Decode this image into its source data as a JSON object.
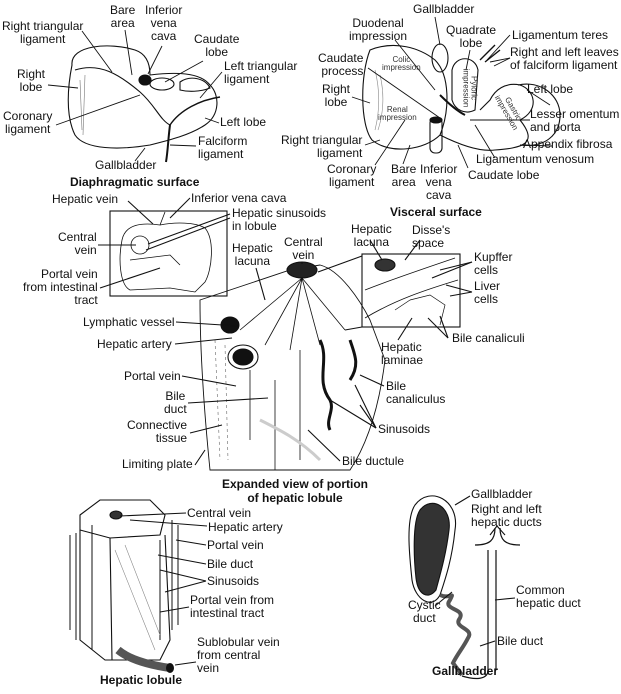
{
  "diaphragmatic": {
    "caption": "Diaphragmatic surface",
    "labels": {
      "right_triangular_ligament": "Right triangular\nligament",
      "bare_area": "Bare\narea",
      "inferior_vena_cava": "Inferior\nvena\ncava",
      "caudate_lobe": "Caudate\nlobe",
      "right_lobe": "Right\nlobe",
      "left_triangular_ligament": "Left triangular\nligament",
      "coronary_ligament": "Coronary\nligament",
      "left_lobe": "Left lobe",
      "falciform_ligament": "Falciform\nligament",
      "gallbladder": "Gallbladder"
    }
  },
  "visceral": {
    "caption": "Visceral surface",
    "labels": {
      "gallbladder": "Gallbladder",
      "duodenal_impression": "Duodenal\nimpression",
      "quadrate_lobe": "Quadrate\nlobe",
      "ligamentum_teres": "Ligamentum teres",
      "falciform_leaves": "Right and left leaves\nof falciform ligament",
      "caudate_process": "Caudate\nprocess",
      "right_lobe": "Right\nlobe",
      "left_lobe": "Left lobe",
      "lesser_omentum": "Lesser omentum\nand porta",
      "right_triangular_ligament": "Right  triangular\nligament",
      "appendix_fibrosa": "Appendix fibrosa",
      "ligamentum_venosum": "Ligamentum venosum",
      "coronary_ligament": "Coronary\nligament",
      "bare_area": "Bare\narea",
      "inferior_vena_cava": "Inferior\nvena\ncava",
      "caudate_lobe": "Caudate lobe"
    },
    "inner_labels": {
      "colic_impression": "Colic\nimpression",
      "renal_impression": "Renal\nimpression",
      "pyloric_impression": "Pyloric\nimpression",
      "gastric_impression": "Gastric\nimpression"
    }
  },
  "expanded": {
    "caption": "Expanded view of portion\nof hepatic lobule",
    "labels": {
      "hepatic_vein": "Hepatic vein",
      "inferior_vena_cava": "Inferior vena cava",
      "hepatic_sinusoids": "Hepatic sinusoids\nin lobule",
      "central_vein_inset": "Central\nvein",
      "hepatic_lacuna": "Hepatic\nlacuna",
      "central_vein": "Central\nvein",
      "portal_vein_intestinal": "Portal vein\nfrom intestinal\ntract",
      "lymphatic_vessel": "Lymphatic vessel",
      "hepatic_artery": "Hepatic artery",
      "portal_vein": "Portal vein",
      "bile_duct": "Bile\nduct",
      "connective_tissue": "Connective\ntissue",
      "limiting_plate": "Limiting plate",
      "hepatic_lacuna_detail": "Hepatic\nlacuna",
      "disses_space": "Disse's\nspace",
      "kupffer_cells": "Kupffer\ncells",
      "liver_cells": "Liver\ncells",
      "bile_canaliculi": "Bile canaliculi",
      "hepatic_laminae": "Hepatic\nlaminae",
      "bile_canaliculus": "Bile\ncanaliculus",
      "sinusoids": "Sinusoids",
      "bile_ductule": "Bile ductule"
    }
  },
  "lobule": {
    "caption": "Hepatic lobule",
    "labels": {
      "central_vein": "Central vein",
      "hepatic_artery": "Hepatic artery",
      "portal_vein": "Portal vein",
      "bile_duct": "Bile duct",
      "sinusoids": "Sinusoids",
      "portal_vein_intestinal": "Portal vein from\nintestinal tract",
      "sublobular_vein": "Sublobular vein\nfrom central\nvein"
    }
  },
  "gallbladder": {
    "caption": "Gallbladder",
    "labels": {
      "gallbladder": "Gallbladder",
      "hepatic_ducts": "Right and left\nhepatic ducts",
      "common_hepatic_duct": "Common\nhepatic duct",
      "cystic_duct": "Cystic\nduct",
      "bile_duct": "Bile duct"
    }
  }
}
